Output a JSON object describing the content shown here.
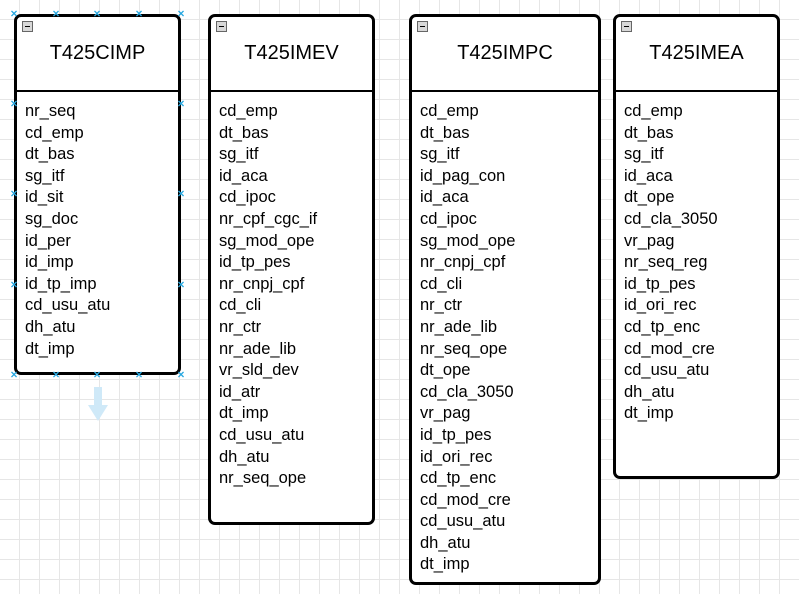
{
  "entities": [
    {
      "title": "T425CIMP",
      "fields": [
        "nr_seq",
        "cd_emp",
        "dt_bas",
        "sg_itf",
        "id_sit",
        "sg_doc",
        "id_per",
        "id_imp",
        "id_tp_imp",
        "cd_usu_atu",
        "dh_atu",
        "dt_imp"
      ],
      "selected": true
    },
    {
      "title": "T425IMEV",
      "fields": [
        "cd_emp",
        "dt_bas",
        "sg_itf",
        "id_aca",
        "cd_ipoc",
        "nr_cpf_cgc_if",
        "sg_mod_ope",
        "id_tp_pes",
        "nr_cnpj_cpf",
        "cd_cli",
        "nr_ctr",
        "nr_ade_lib",
        "vr_sld_dev",
        "id_atr",
        "dt_imp",
        "cd_usu_atu",
        "dh_atu",
        "nr_seq_ope"
      ],
      "selected": false
    },
    {
      "title": "T425IMPC",
      "fields": [
        "cd_emp",
        "dt_bas",
        "sg_itf",
        "id_pag_con",
        "id_aca",
        "cd_ipoc",
        "sg_mod_ope",
        "nr_cnpj_cpf",
        "cd_cli",
        "nr_ctr",
        "nr_ade_lib",
        "nr_seq_ope",
        "dt_ope",
        "cd_cla_3050",
        "vr_pag",
        "id_tp_pes",
        "id_ori_rec",
        "cd_tp_enc",
        "cd_mod_cre",
        "cd_usu_atu",
        "dh_atu",
        "dt_imp"
      ],
      "selected": false
    },
    {
      "title": "T425IMEA",
      "fields": [
        "cd_emp",
        "dt_bas",
        "sg_itf",
        "id_aca",
        "dt_ope",
        "cd_cla_3050",
        "vr_pag",
        "nr_seq_reg",
        "id_tp_pes",
        "id_ori_rec",
        "cd_tp_enc",
        "cd_mod_cre",
        "cd_usu_atu",
        "dh_atu",
        "dt_imp"
      ],
      "selected": false
    }
  ],
  "colors": {
    "handle": "#29a8e0",
    "border": "#000000",
    "grid": "#e6e6e6"
  },
  "icons": {
    "collapse": "minus-box-icon",
    "handle": "resize-handle-icon",
    "arrow": "connect-arrow-down-icon"
  }
}
